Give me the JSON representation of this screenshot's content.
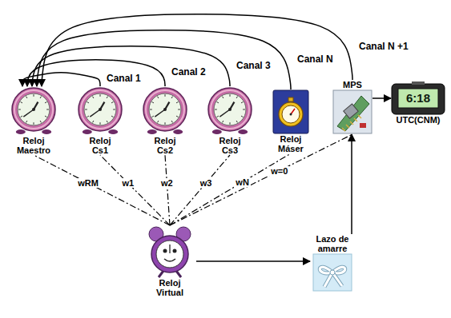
{
  "diagram": {
    "nodes": [
      {
        "text": [
          "Reloj Maestro"
        ]
      },
      {
        "text": [
          "Reloj Cs1"
        ]
      },
      {
        "text": [
          "Reloj Cs2"
        ]
      },
      {
        "text": [
          "Reloj Cs3"
        ]
      },
      {
        "text": [
          "Reloj Máser"
        ]
      },
      {
        "text": [
          "MPS"
        ]
      },
      {
        "text": [
          "6:18",
          "UTC(CNM)"
        ]
      },
      {
        "text": [
          "Reloj Virtual"
        ]
      },
      {
        "text": [
          "Lazo de amarre"
        ]
      }
    ],
    "edges": [
      {
        "from": 1,
        "to": 0,
        "label": "Canal 1",
        "arrow": "to"
      },
      {
        "from": 2,
        "to": 0,
        "label": "Canal 2",
        "arrow": "to"
      },
      {
        "from": 3,
        "to": 0,
        "label": "Canal 3",
        "arrow": "to"
      },
      {
        "from": 4,
        "to": 0,
        "label": "Canal N",
        "arrow": "to"
      },
      {
        "from": 5,
        "to": 0,
        "label": "Canal N +1",
        "arrow": "to"
      },
      {
        "from": 7,
        "to": 0,
        "label": "wRM",
        "arrow": "none"
      },
      {
        "from": 7,
        "to": 1,
        "label": "w1",
        "arrow": "none"
      },
      {
        "from": 7,
        "to": 2,
        "label": "w2",
        "arrow": "none"
      },
      {
        "from": 7,
        "to": 3,
        "label": "w3",
        "arrow": "none"
      },
      {
        "from": 7,
        "to": 4,
        "label": "wN",
        "arrow": "none"
      },
      {
        "from": 7,
        "to": 5,
        "label": "w=0",
        "arrow": "none"
      },
      {
        "from": 7,
        "to": 8,
        "arrow": "to"
      },
      {
        "from": 8,
        "to": 5,
        "arrow": "to"
      },
      {
        "from": 5,
        "to": 6,
        "arrow": "to"
      }
    ]
  }
}
